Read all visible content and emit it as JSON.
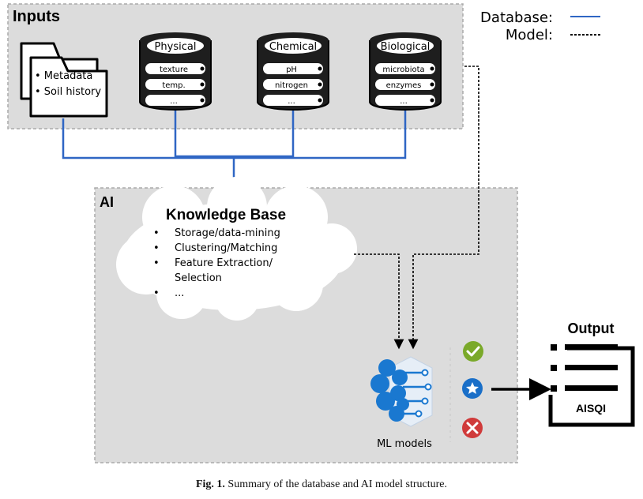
{
  "legend": {
    "database_label": "Database:",
    "model_label": "Model:"
  },
  "inputs": {
    "title": "Inputs",
    "folder_items": [
      "• Metadata",
      "• Soil history"
    ],
    "databases": [
      {
        "name": "Physical",
        "rows": [
          "texture",
          "temp.",
          "..."
        ]
      },
      {
        "name": "Chemical",
        "rows": [
          "pH",
          "nitrogen",
          "..."
        ]
      },
      {
        "name": "Biological",
        "rows": [
          "microbiota",
          "enzymes",
          "..."
        ]
      }
    ]
  },
  "ai": {
    "title": "AI",
    "knowledge_base": {
      "title": "Knowledge Base",
      "items": [
        "Storage/data-mining",
        "Clustering/Matching",
        "Feature Extraction/",
        "Selection",
        "..."
      ]
    },
    "ml_label": "ML models"
  },
  "output": {
    "title": "Output",
    "doc_label": "AISQI"
  },
  "caption": {
    "prefix": "Fig. 1.",
    "text": "Summary of the database and AI model structure."
  },
  "colors": {
    "database_line": "#2f66c4",
    "panel_fill": "#dcdcdc",
    "ml_icon": "#1a78d0",
    "check": "#7aa92a",
    "star": "#1a6fc8",
    "cross": "#d03a3a"
  }
}
